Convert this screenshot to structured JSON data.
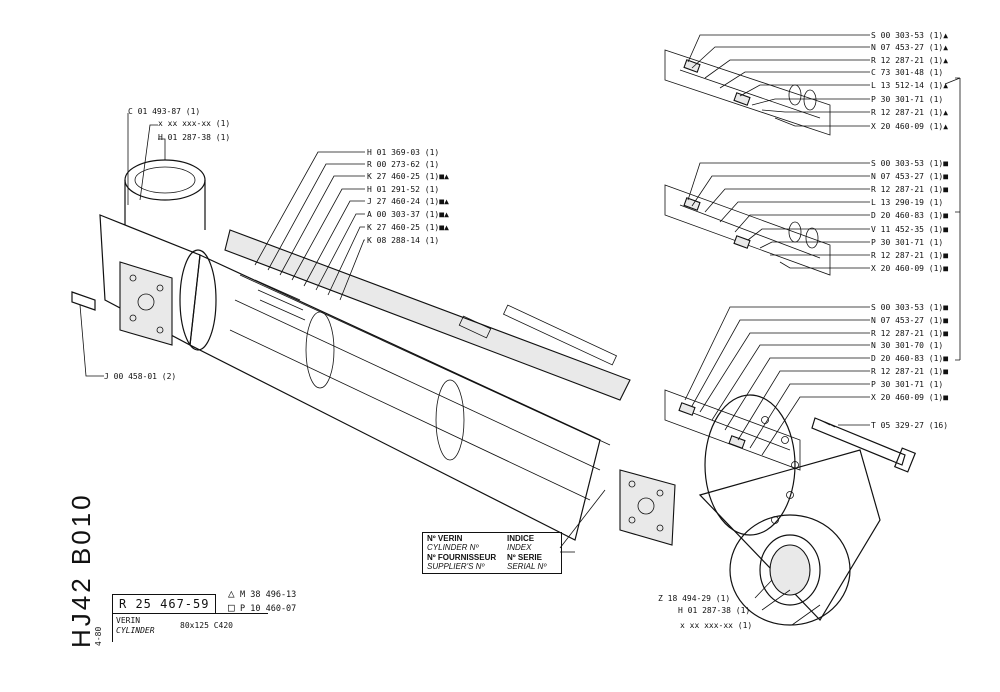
{
  "sheet": {
    "code": "HJ42 B010",
    "date": "4-80",
    "part_number": "R 25 467-59",
    "revisions": [
      {
        "symbol": "triangle",
        "glyph": "△",
        "text": "M 38 496-13"
      },
      {
        "symbol": "square",
        "glyph": "□",
        "text": "P 10 460-07"
      }
    ],
    "title_fr": "VERIN",
    "title_en": "CYLINDER",
    "spec": "80x125   C420"
  },
  "info_box": {
    "verin": "Nº VERIN",
    "cylinder_no": "CYLINDER Nº",
    "indice": "INDICE",
    "index": "INDEX",
    "fournisseur": "Nº FOURNISSEUR",
    "supplier_no": "SUPPLIER'S Nº",
    "serie": "Nº SERIE",
    "serial_no": "SERIAL Nº"
  },
  "callouts": {
    "top_left": [
      "C 01 493-87 (1)",
      "x xx xxx-xx (1)",
      "H 01 287-38 (1)"
    ],
    "port_fitting": "J 00 458-01 (2)",
    "piston_group": [
      "H 01 369-03 (1)",
      "R 00 273-62 (1)",
      "K 27 460-25 (1)■▲",
      "H 01 291-52 (1)",
      "J 27 460-24 (1)■▲",
      "A 00 303-37 (1)■▲",
      "K 27 460-25 (1)■▲",
      "K 08 288-14 (1)"
    ],
    "seal_kit_triangle": [
      "S 00 303-53 (1)▲",
      "N 07 453-27 (1)▲",
      "R 12 287-21 (1)▲",
      "C 73 301-48 (1)",
      "L 13 512-14 (1)▲",
      "P 30 301-71 (1)",
      "R 12 287-21 (1)▲",
      "X 20 460-09 (1)▲"
    ],
    "seal_kit_square_a": [
      "S 00 303-53 (1)■",
      "N 07 453-27 (1)■",
      "R 12 287-21 (1)■",
      "L 13 290-19 (1)",
      "D 20 460-83 (1)■",
      "V 11 452-35 (1)■",
      "P 30 301-71 (1)",
      "R 12 287-21 (1)■",
      "X 20 460-09 (1)■"
    ],
    "seal_kit_square_b": [
      "S 00 303-53 (1)■",
      "N 07 453-27 (1)■",
      "R 12 287-21 (1)■",
      "N 30 301-70 (1)",
      "D 20 460-83 (1)■",
      "R 12 287-21 (1)■",
      "P 30 301-71 (1)",
      "X 20 460-09 (1)■"
    ],
    "bolt": "T 05 329-27 (16)",
    "rod_eye": [
      "Z 18 494-29 (1)",
      "H 01 287-38 (1)",
      "x xx xxx-xx (1)"
    ]
  }
}
